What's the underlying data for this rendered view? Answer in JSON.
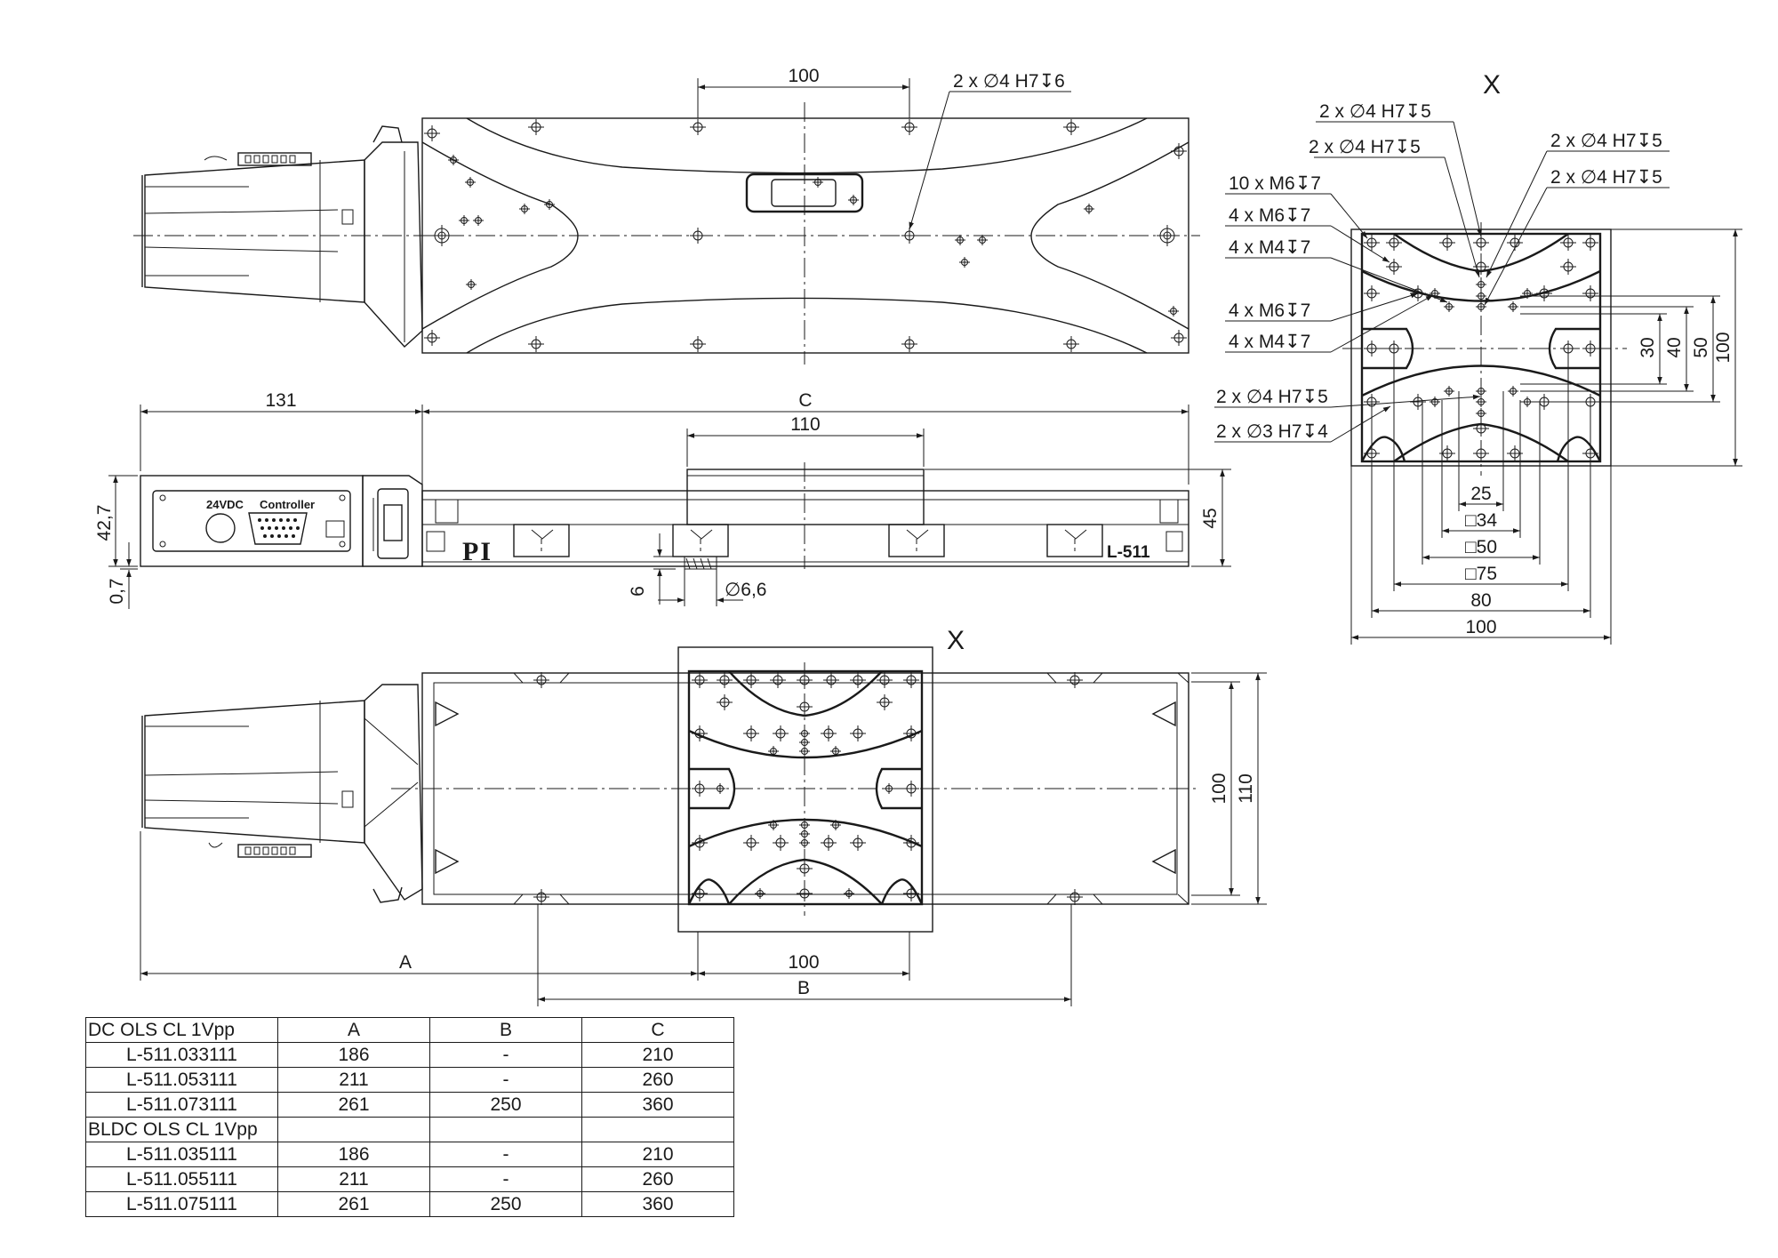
{
  "labels": {
    "top": {
      "dim_100": "100",
      "hole_note": "2 x ∅4 H7↧6"
    },
    "side": {
      "dim_131": "131",
      "dim_C": "C",
      "dim_110": "110",
      "dim_42_7": "42,7",
      "dim_0_7": "0,7",
      "dim_45": "45",
      "dim_6": "6",
      "dim_d6_6": "∅6,6",
      "panel_24vdc": "24VDC",
      "panel_controller": "Controller",
      "logo": "PI",
      "model": "L-511"
    },
    "bottom": {
      "view_mark": "X",
      "dim_A": "A",
      "dim_100": "100",
      "dim_B": "B",
      "dim_100_v": "100",
      "dim_110_v": "110"
    },
    "detail": {
      "view_mark": "X",
      "n1": "2 x ∅4 H7↧5",
      "n2": "2 x ∅4 H7↧5",
      "n3": "2 x ∅4 H7↧5",
      "n4": "2 x ∅4 H7↧5",
      "n5": "10 x M6↧7",
      "n6": "4 x M6↧7",
      "n7": "4 x M4↧7",
      "n8": "4 x M6↧7",
      "n9": "4 x M4↧7",
      "n10": "2 x ∅4 H7↧5",
      "n11": "2 x ∅3 H7↧4",
      "dim_30": "30",
      "dim_40": "40",
      "dim_50": "50",
      "dim_100v": "100",
      "dim_25": "25",
      "dim_sq34": "□34",
      "dim_sq50": "□50",
      "dim_sq75": "□75",
      "dim_80": "80",
      "dim_100h": "100"
    }
  },
  "table": {
    "headers": [
      "DC OLS CL 1Vpp",
      "A",
      "B",
      "C"
    ],
    "groups": [
      {
        "title": "DC OLS CL 1Vpp",
        "rows": [
          [
            "L-511.033111",
            "186",
            "-",
            "210"
          ],
          [
            "L-511.053111",
            "211",
            "-",
            "260"
          ],
          [
            "L-511.073111",
            "261",
            "250",
            "360"
          ]
        ]
      },
      {
        "title": "BLDC OLS CL 1Vpp",
        "rows": [
          [
            "L-511.035111",
            "186",
            "-",
            "210"
          ],
          [
            "L-511.055111",
            "211",
            "-",
            "260"
          ],
          [
            "L-511.075111",
            "261",
            "250",
            "360"
          ]
        ]
      }
    ]
  }
}
